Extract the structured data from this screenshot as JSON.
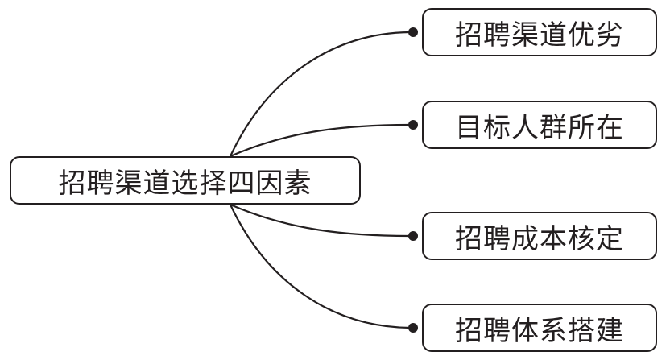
{
  "root": {
    "label": "招聘渠道选择四因素"
  },
  "branches": [
    {
      "label": "招聘渠道优劣"
    },
    {
      "label": "目标人群所在"
    },
    {
      "label": "招聘成本核定"
    },
    {
      "label": "招聘体系搭建"
    }
  ],
  "colors": {
    "stroke": "#231f20",
    "background": "#ffffff"
  }
}
